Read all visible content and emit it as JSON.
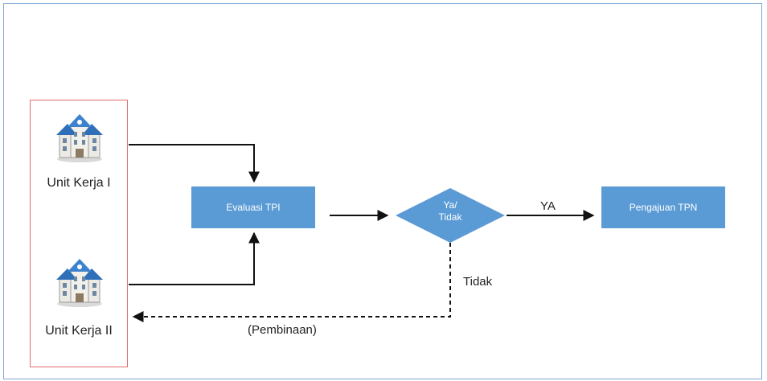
{
  "nodes": {
    "unit_kerja_1": "Unit Kerja I",
    "unit_kerja_2": "Unit Kerja II",
    "evaluasi": "Evaluasi TPI",
    "decision_line1": "Ya/",
    "decision_line2": "Tidak",
    "pengajuan": "Pengajuan TPN"
  },
  "edges": {
    "ya": "YA",
    "tidak": "Tidak",
    "pembinaan": "(Pembinaan)"
  },
  "colors": {
    "box_fill": "#5b9bd5",
    "group_border": "#e36b6b",
    "frame_border": "#7ea6d6"
  },
  "icons": {
    "unit": "office-building-icon"
  }
}
